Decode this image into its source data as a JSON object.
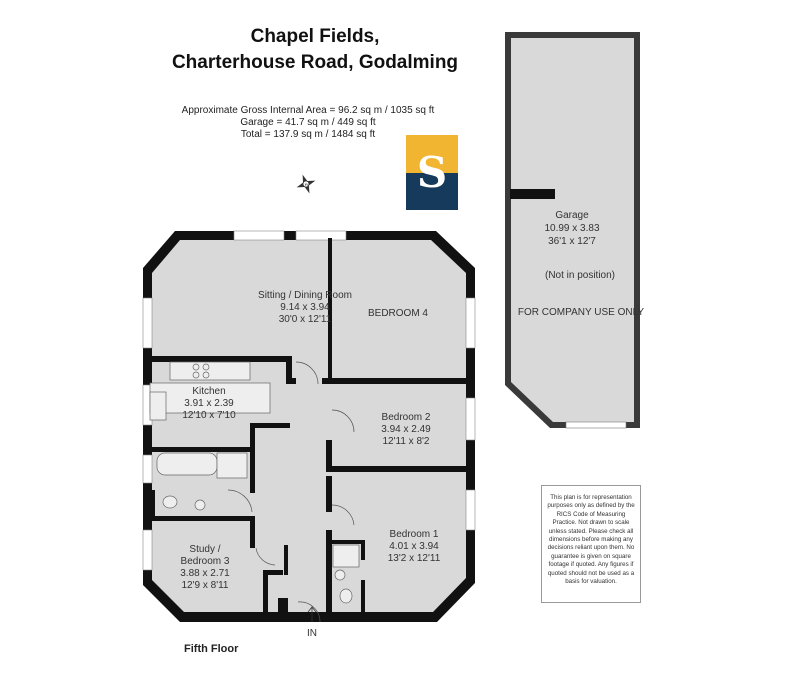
{
  "header": {
    "title_line1": "Chapel Fields,",
    "title_line2": "Charterhouse Road, Godalming"
  },
  "areas": {
    "gross": "Approximate Gross Internal Area = 96.2 sq m / 1035 sq ft",
    "garage": "Garage = 41.7 sq m / 449 sq ft",
    "total": "Total = 137.9 sq m / 1484 sq ft"
  },
  "logo": {
    "letter": "S",
    "top_color": "#f2b531",
    "bottom_color": "#163a5c"
  },
  "compass": {
    "letter": "N"
  },
  "rooms": {
    "sitting": {
      "name": "Sitting / Dining Room",
      "metric": "9.14 x 3.94",
      "imperial": "30'0 x 12'11"
    },
    "bedroom4": {
      "name": "BEDROOM 4"
    },
    "kitchen": {
      "name": "Kitchen",
      "metric": "3.91 x 2.39",
      "imperial": "12'10 x 7'10"
    },
    "bedroom2": {
      "name": "Bedroom 2",
      "metric": "3.94 x 2.49",
      "imperial": "12'11 x 8'2"
    },
    "bedroom1": {
      "name": "Bedroom 1",
      "metric": "4.01 x 3.94",
      "imperial": "13'2 x 12'11"
    },
    "study": {
      "name1": "Study /",
      "name2": "Bedroom 3",
      "metric": "3.88 x 2.71",
      "imperial": "12'9 x 8'11"
    },
    "garage": {
      "name": "Garage",
      "metric": "10.99 x 3.83",
      "imperial": "36'1 x 12'7",
      "note": "(Not in position)",
      "use": "FOR COMPANY USE ONLY"
    }
  },
  "entrance": "IN",
  "floor_label": "Fifth Floor",
  "disclaimer": "This plan is for representation purposes only as defined by the RICS Code of Measuring Practice. Not drawn to scale unless stated. Please check all dimensions before making any decisions reliant upon them. No guarantee is given on square footage if quoted. Any figures if quoted should not be used as a basis for valuation."
}
